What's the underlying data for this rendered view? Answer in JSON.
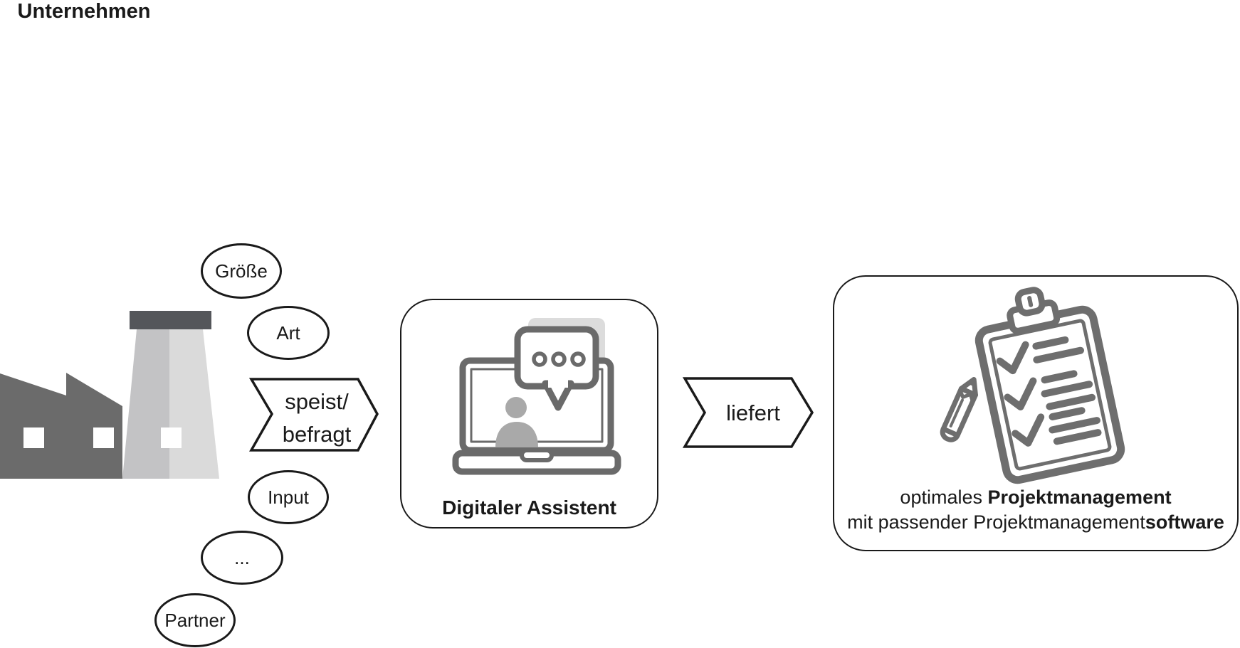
{
  "company": {
    "label": "Unternehmen",
    "icon": "factory-icon"
  },
  "attributes": [
    {
      "id": "groesse",
      "label": "Größe"
    },
    {
      "id": "art",
      "label": "Art"
    },
    {
      "id": "input",
      "label": "Input"
    },
    {
      "id": "etc",
      "label": "..."
    },
    {
      "id": "partner",
      "label": "Partner"
    }
  ],
  "feed_arrow": {
    "line1": "speist/",
    "line2": "befragt"
  },
  "assistant_box": {
    "label": "Digitaler Assistent",
    "icon": "laptop-person-chat-icon"
  },
  "deliver_arrow": {
    "label": "liefert"
  },
  "result_box": {
    "icon": "clipboard-checklist-pencil-icon",
    "line1": [
      {
        "text": "optimales ",
        "bold": false
      },
      {
        "text": "Projektmanagement",
        "bold": true
      }
    ],
    "line2": [
      {
        "text": "mit passender Projektmanagement",
        "bold": false
      },
      {
        "text": "software",
        "bold": true
      }
    ]
  },
  "colors": {
    "outline": "#1a1a1a",
    "building": "#6b6b6b",
    "tower_left": "#c3c3c5",
    "tower_right": "#dadada",
    "tower_cap": "#54565a",
    "icon_stroke": "#6a6a6a",
    "person_fill": "#a9a9a9",
    "bubble_back": "#dcdcdc",
    "clipboard_stroke": "#6e6e6e",
    "background": "#ffffff"
  }
}
